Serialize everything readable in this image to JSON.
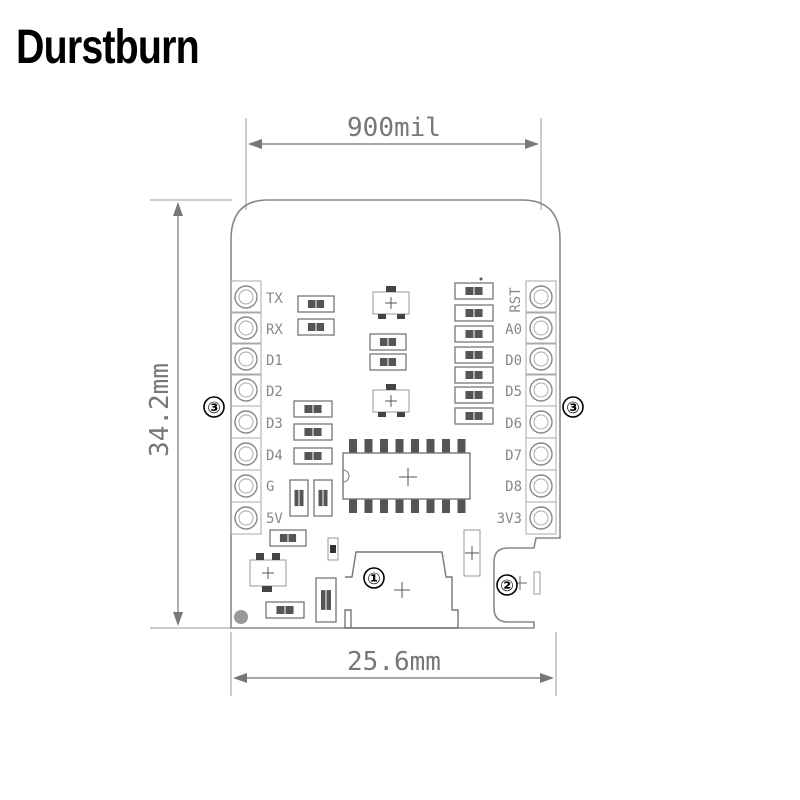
{
  "brand": "Durstburn",
  "dimensions": {
    "width_top": "900mil",
    "height_left": "34.2mm",
    "width_bottom": "25.6mm"
  },
  "pins": {
    "left": [
      "TX",
      "RX",
      "D1",
      "D2",
      "D3",
      "D4",
      "G",
      "5V"
    ],
    "right": [
      "RST",
      "A0",
      "D0",
      "D5",
      "D6",
      "D7",
      "D8",
      "3V3"
    ]
  },
  "callouts": {
    "usb": "①",
    "button": "②",
    "header_left": "③",
    "header_right": "③"
  }
}
